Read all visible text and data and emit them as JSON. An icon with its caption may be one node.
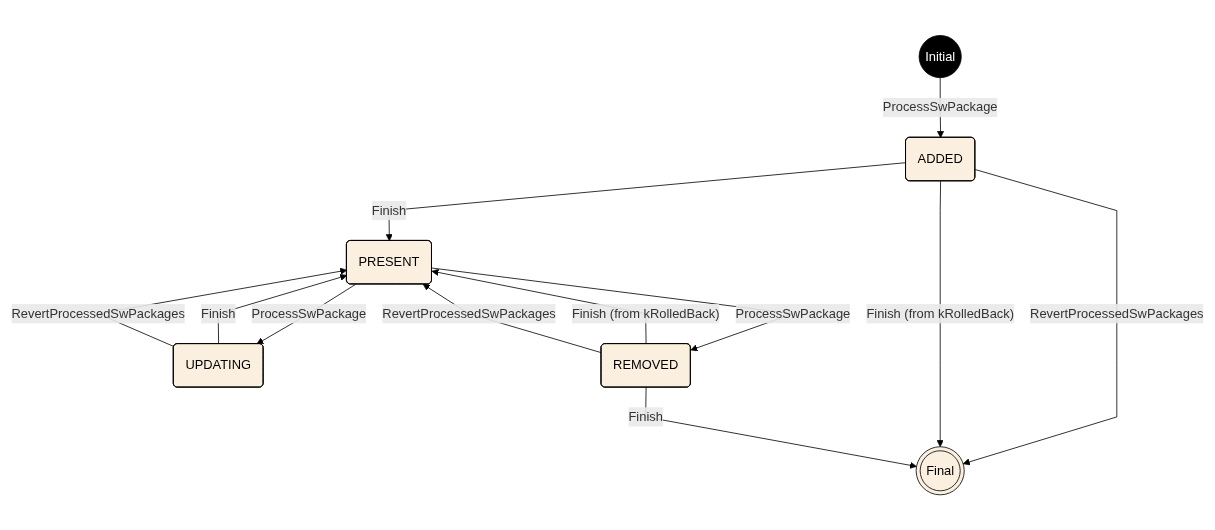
{
  "diagram": {
    "nodes": [
      {
        "text": [
          "Final"
        ]
      },
      {
        "text": [
          "Initial"
        ]
      },
      {
        "text": [
          "UPDATING"
        ]
      },
      {
        "text": [
          "ADDED"
        ]
      },
      {
        "text": [
          "PRESENT"
        ]
      },
      {
        "text": [
          "REMOVED"
        ]
      }
    ],
    "edges": [
      {
        "from": 1,
        "to": 3,
        "arrow": "to",
        "label": "ProcessSwPackage"
      },
      {
        "from": 3,
        "to": 0,
        "arrow": "to",
        "label": "RevertProcessedSwPackages"
      },
      {
        "from": 3,
        "to": 0,
        "arrow": "to",
        "label": "Finish (from kRolledBack)"
      },
      {
        "from": 3,
        "to": 4,
        "arrow": "to",
        "label": "Finish"
      },
      {
        "from": 4,
        "to": 2,
        "arrow": "to",
        "label": "ProcessSwPackage"
      },
      {
        "from": 2,
        "to": 4,
        "arrow": "to",
        "label": "Finish"
      },
      {
        "from": 2,
        "to": 4,
        "arrow": "to",
        "label": "RevertProcessedSwPackages"
      },
      {
        "from": 4,
        "to": 5,
        "arrow": "to",
        "label": "ProcessSwPackage"
      },
      {
        "from": 5,
        "to": 4,
        "arrow": "to",
        "label": "Finish (from kRolledBack)"
      },
      {
        "from": 5,
        "to": 4,
        "arrow": "to",
        "label": "RevertProcessedSwPackages"
      },
      {
        "from": 5,
        "to": 0,
        "arrow": "to",
        "label": "Finish"
      }
    ]
  }
}
